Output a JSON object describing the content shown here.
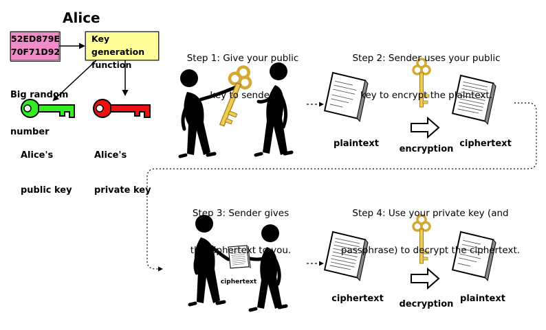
{
  "title": "Alice",
  "random_box": {
    "line1": "52ED879E",
    "line2": "70F71D92"
  },
  "random_caption": {
    "line1": "Big random",
    "line2": "number"
  },
  "keygen_box": {
    "line1": "Key generation",
    "line2": "function"
  },
  "public_key_label": {
    "line1": "Alice's",
    "line2": "public key"
  },
  "private_key_label": {
    "line1": "Alice's",
    "line2": "private key"
  },
  "steps": {
    "step1": {
      "line1": "Step 1: Give your public",
      "line2": "key to sender."
    },
    "step2": {
      "line1": "Step 2: Sender uses your public",
      "line2": "key to encrypt the plaintext."
    },
    "step3": {
      "line1": "Step 3: Sender gives",
      "line2": "the ciphertext to you."
    },
    "step4": {
      "line1": "Step 4: Use your private key (and",
      "line2": "passphrase) to decrypt the ciphertext."
    }
  },
  "labels": {
    "plaintext_1": "plaintext",
    "encryption": "encryption",
    "ciphertext_1": "ciphertext",
    "ciphertext_small": "ciphertext",
    "ciphertext_2": "ciphertext",
    "decryption": "decryption",
    "plaintext_2": "plaintext"
  },
  "colors": {
    "random_box_fill": "#f08cc8",
    "keygen_box_fill": "#ffff99",
    "public_key": "#33ee22",
    "private_key": "#ee1111",
    "golden_key": "#eecc55",
    "figure": "#000000"
  },
  "icons": [
    "green-key-icon",
    "red-key-icon",
    "golden-key-icon",
    "document-icon",
    "stick-figure-icon",
    "arrow-icon"
  ]
}
